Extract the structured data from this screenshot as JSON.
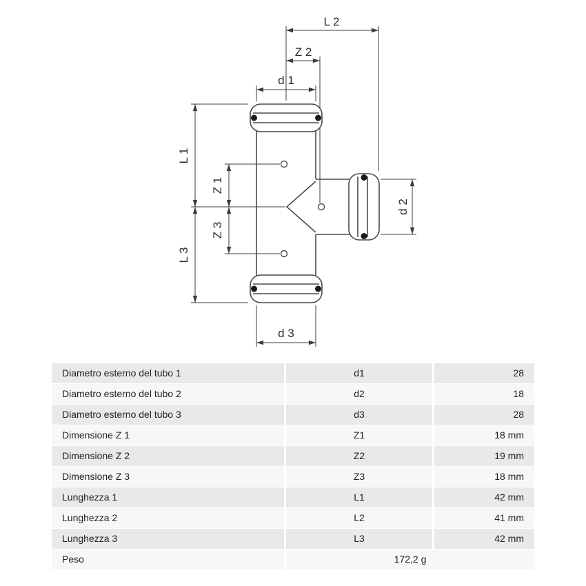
{
  "diagram": {
    "labels": {
      "L1": "L 1",
      "L2": "L 2",
      "L3": "L 3",
      "Z1": "Z 1",
      "Z2": "Z 2",
      "Z3": "Z 3",
      "d1": "d 1",
      "d2": "d 2",
      "d3": "d 3"
    }
  },
  "table": {
    "rows": [
      {
        "label": "Diametro esterno del tubo 1",
        "symbol": "d1",
        "value": "28"
      },
      {
        "label": "Diametro esterno del tubo 2",
        "symbol": "d2",
        "value": "18"
      },
      {
        "label": "Diametro esterno del tubo 3",
        "symbol": "d3",
        "value": "28"
      },
      {
        "label": "Dimensione Z 1",
        "symbol": "Z1",
        "value": "18 mm"
      },
      {
        "label": "Dimensione Z 2",
        "symbol": "Z2",
        "value": "19 mm"
      },
      {
        "label": "Dimensione Z 3",
        "symbol": "Z3",
        "value": "18 mm"
      },
      {
        "label": "Lunghezza 1",
        "symbol": "L1",
        "value": "42 mm"
      },
      {
        "label": "Lunghezza 2",
        "symbol": "L2",
        "value": "41 mm"
      },
      {
        "label": "Lunghezza 3",
        "symbol": "L3",
        "value": "42 mm"
      }
    ],
    "weight_row": {
      "label": "Peso",
      "value": "172,2 g"
    }
  },
  "colors": {
    "row_alt": "#e9e9e9",
    "row_base": "#f7f7f7",
    "text": "#222222",
    "line": "#3c3c3c"
  }
}
